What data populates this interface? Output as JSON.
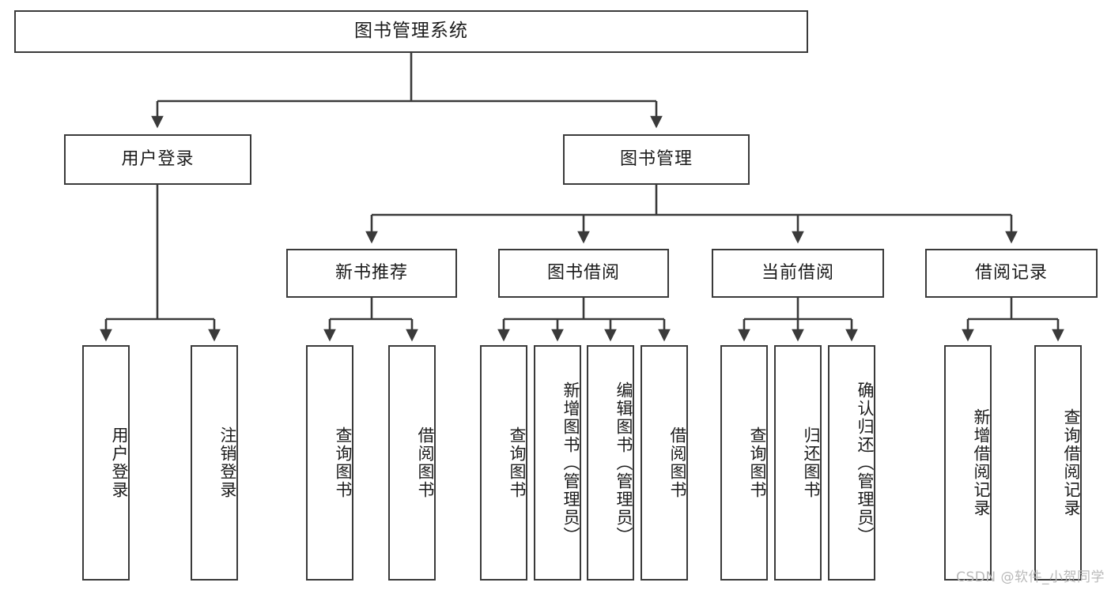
{
  "diagram": {
    "title": "图书管理系统",
    "type": "tree-hierarchy",
    "levels": 4
  },
  "root": {
    "label": "图书管理系统"
  },
  "level2": [
    {
      "label": "用户登录"
    },
    {
      "label": "图书管理"
    }
  ],
  "level3": [
    {
      "label": "新书推荐"
    },
    {
      "label": "图书借阅"
    },
    {
      "label": "当前借阅"
    },
    {
      "label": "借阅记录"
    }
  ],
  "leaves": {
    "user_login": [
      {
        "label": "用户登录"
      },
      {
        "label": "注销登录"
      }
    ],
    "new_book_recommend": [
      {
        "label": "查询图书"
      },
      {
        "label": "借阅图书"
      }
    ],
    "book_borrow": [
      {
        "label": "查询图书"
      },
      {
        "label": "新增图书（管理员）"
      },
      {
        "label": "编辑图书（管理员）"
      },
      {
        "label": "借阅图书"
      }
    ],
    "current_borrow": [
      {
        "label": "查询图书"
      },
      {
        "label": "归还图书"
      },
      {
        "label": "确认归还（管理员）"
      }
    ],
    "borrow_record": [
      {
        "label": "新增借阅记录"
      },
      {
        "label": "查询借阅记录"
      }
    ]
  },
  "watermark": {
    "text": "CSDN @软件_小贺同学"
  },
  "colors": {
    "stroke": "#3a3a3a",
    "fill": "#ffffff",
    "text": "#1b1b1b",
    "watermark": "#b9b9b9"
  }
}
